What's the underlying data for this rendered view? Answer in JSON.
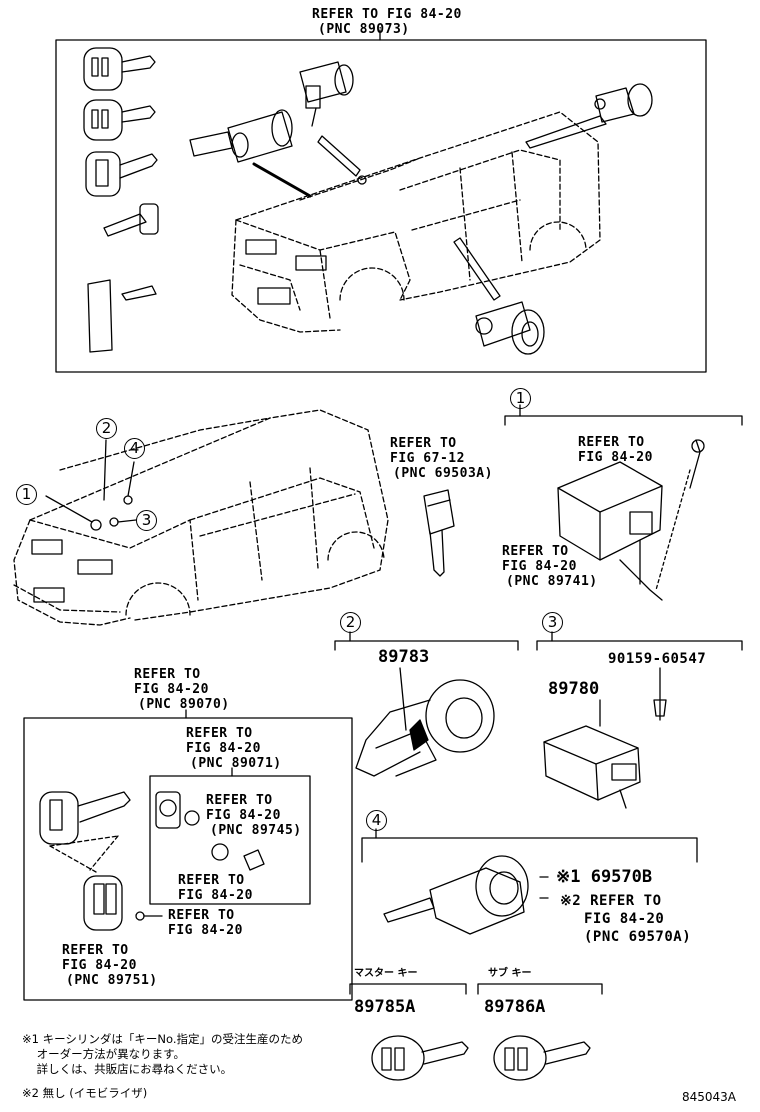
{
  "top_ref": {
    "line1": "REFER TO FIG 84-20",
    "line2": "(PNC 89073)"
  },
  "mid_ref": {
    "line1": "REFER TO",
    "line2": "FIG 67-12",
    "line3": "(PNC 69503A)"
  },
  "callouts": {
    "c1": "1",
    "c2": "2",
    "c3": "3",
    "c4": "4"
  },
  "group1": {
    "ref_a": {
      "line1": "REFER TO",
      "line2": "FIG 84-20"
    },
    "ref_b": {
      "line1": "REFER TO",
      "line2": "FIG 84-20",
      "line3": "(PNC 89741)"
    }
  },
  "group2": {
    "part": "89783"
  },
  "group3": {
    "bolt": "90159-60547",
    "part": "89780"
  },
  "group4": {
    "part_line": "※1 69570B",
    "ref_line1": "※2 REFER TO",
    "ref_line2": "FIG 84-20",
    "ref_line3": "(PNC 69570A)"
  },
  "left_box": {
    "ref_outer": {
      "line1": "REFER TO",
      "line2": "FIG 84-20",
      "line3": "(PNC 89070)"
    },
    "ref_inner": {
      "line1": "REFER TO",
      "line2": "FIG 84-20",
      "line3": "(PNC 89071)"
    },
    "ref_745": {
      "line1": "REFER TO",
      "line2": "FIG 84-20",
      "line3": "(PNC 89745)"
    },
    "ref_inner2": {
      "line1": "REFER TO",
      "line2": "FIG 84-20"
    },
    "ref_screw": {
      "line1": "REFER TO",
      "line2": "FIG 84-20"
    },
    "ref_751": {
      "line1": "REFER TO",
      "line2": "FIG 84-20",
      "line3": "(PNC 89751)"
    }
  },
  "keys": {
    "master_label": "マスター キー",
    "master_part": "89785A",
    "sub_label": "サブ キー",
    "sub_part": "89786A"
  },
  "notes": {
    "n1_line1": "※1 キーシリンダは「キーNo.指定」の受注生産のため",
    "n1_line2": "    オーダー方法が異なります。",
    "n1_line3": "    詳しくは、共販店にお尋ねください。",
    "n2_line1": "※2 無し (イモビライザ)"
  },
  "diagram_id": "845043A"
}
